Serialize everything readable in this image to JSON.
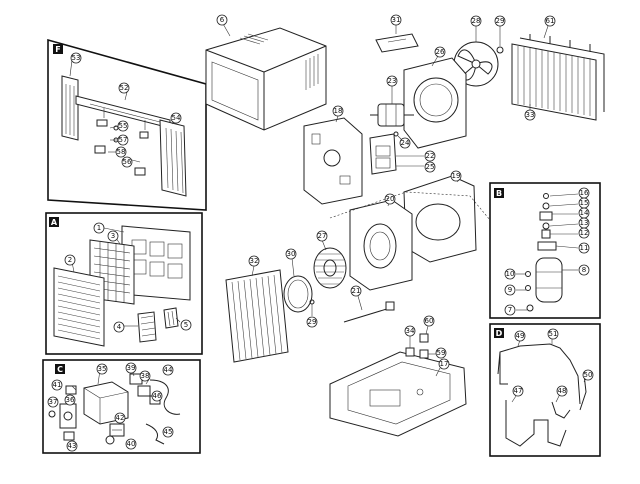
{
  "section_labels": {
    "F": "F",
    "A": "A",
    "B": "B",
    "C": "C",
    "D": "D"
  },
  "callouts": {
    "c6": "6",
    "c31": "31",
    "c28": "28",
    "c29": "29",
    "c61": "61",
    "c26": "26",
    "c23": "23",
    "c33": "33",
    "c18": "18",
    "c24": "24",
    "c22": "22",
    "c25": "25",
    "c19": "19",
    "c20": "20",
    "c27": "27",
    "c30": "30",
    "c32": "32",
    "c21": "21",
    "c29b": "29",
    "c34": "34",
    "c60": "60",
    "c59": "59",
    "c17": "17",
    "c53": "53",
    "c52": "52",
    "c54": "54",
    "c55": "55",
    "c57": "57",
    "c58": "58",
    "c56": "56",
    "c1": "1",
    "c3": "3",
    "c2": "2",
    "c4": "4",
    "c5": "5",
    "c16": "16",
    "c15": "15",
    "c14": "14",
    "c13": "13",
    "c12": "12",
    "c11": "11",
    "c10": "10",
    "c8": "8",
    "c9": "9",
    "c7": "7",
    "c41": "41",
    "c35": "35",
    "c39": "39",
    "c38": "38",
    "c44": "44",
    "c37": "37",
    "c36": "36",
    "c46": "46",
    "c42": "42",
    "c40": "40",
    "c43": "43",
    "c45": "45",
    "c49": "49",
    "c51": "51",
    "c50": "50",
    "c47": "47",
    "c48": "48"
  }
}
